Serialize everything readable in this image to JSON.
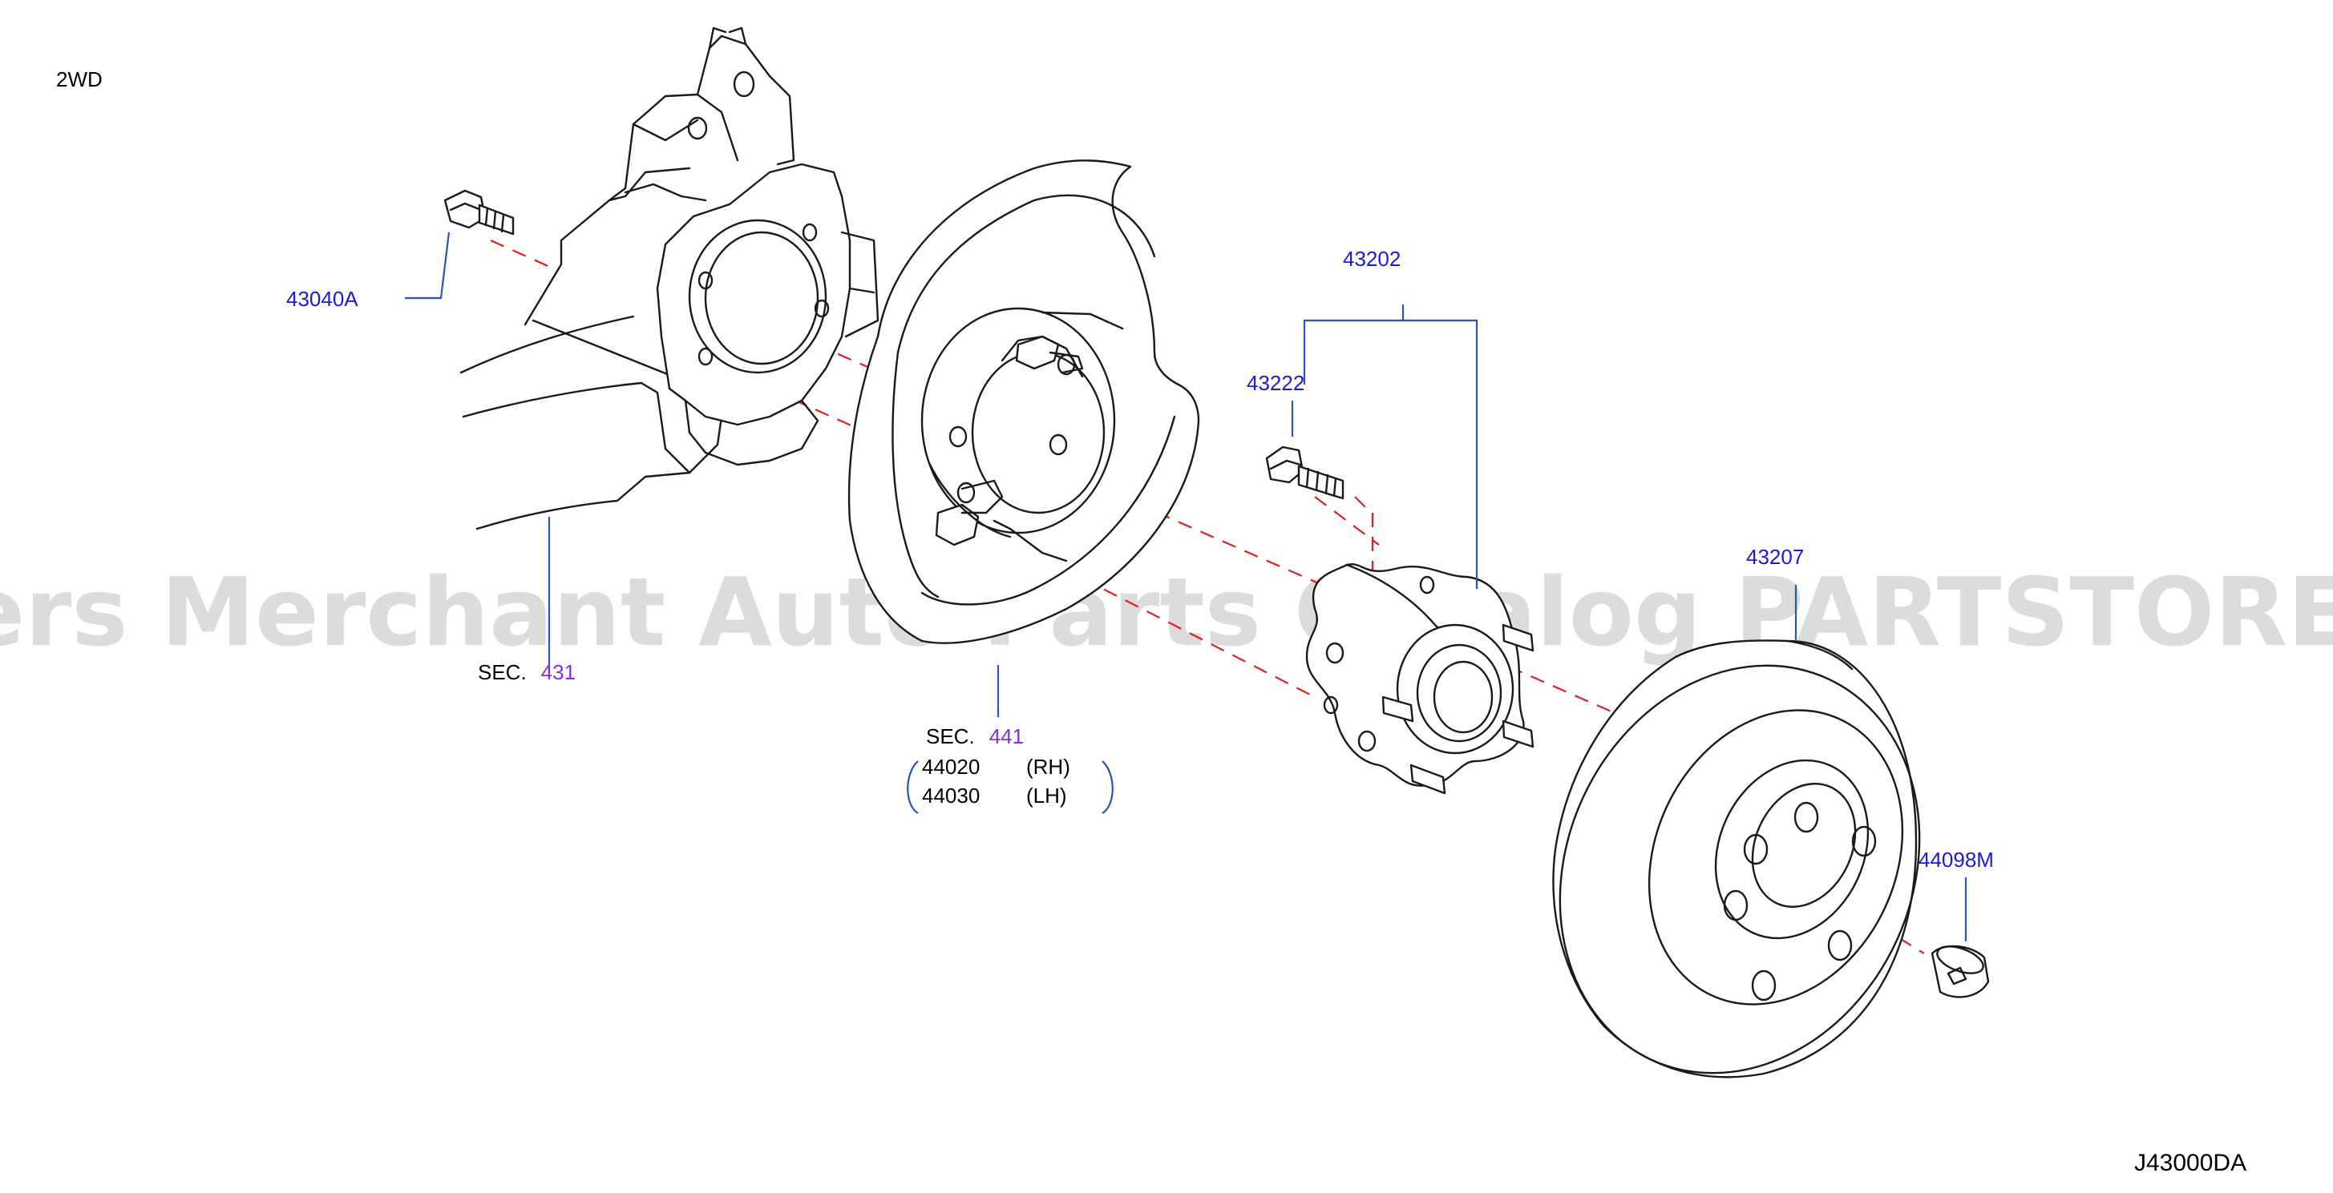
{
  "header": {
    "variant": "2WD"
  },
  "watermark": "Offers Merchant Auto Parts Catalog PARTSTORE.SA",
  "diagram_code": "J43000DA",
  "parts": {
    "bolt": "43040A",
    "hub_assembly": "43202",
    "hub_bolt": "43222",
    "disc_rotor": "43207",
    "cap": "44098M"
  },
  "sections": {
    "knuckle": {
      "prefix": "SEC.",
      "number": "431"
    },
    "plate": {
      "prefix": "SEC.",
      "number": "441",
      "rh_number": "44020",
      "rh_side": "(RH)",
      "lh_number": "44030",
      "lh_side": "(LH)"
    }
  },
  "colors": {
    "part_label": "#1a1adc",
    "section_number": "#8a2be2",
    "center_line": "#e0201c",
    "leader": "#2a55b0",
    "watermark": "#d6d6d6"
  }
}
